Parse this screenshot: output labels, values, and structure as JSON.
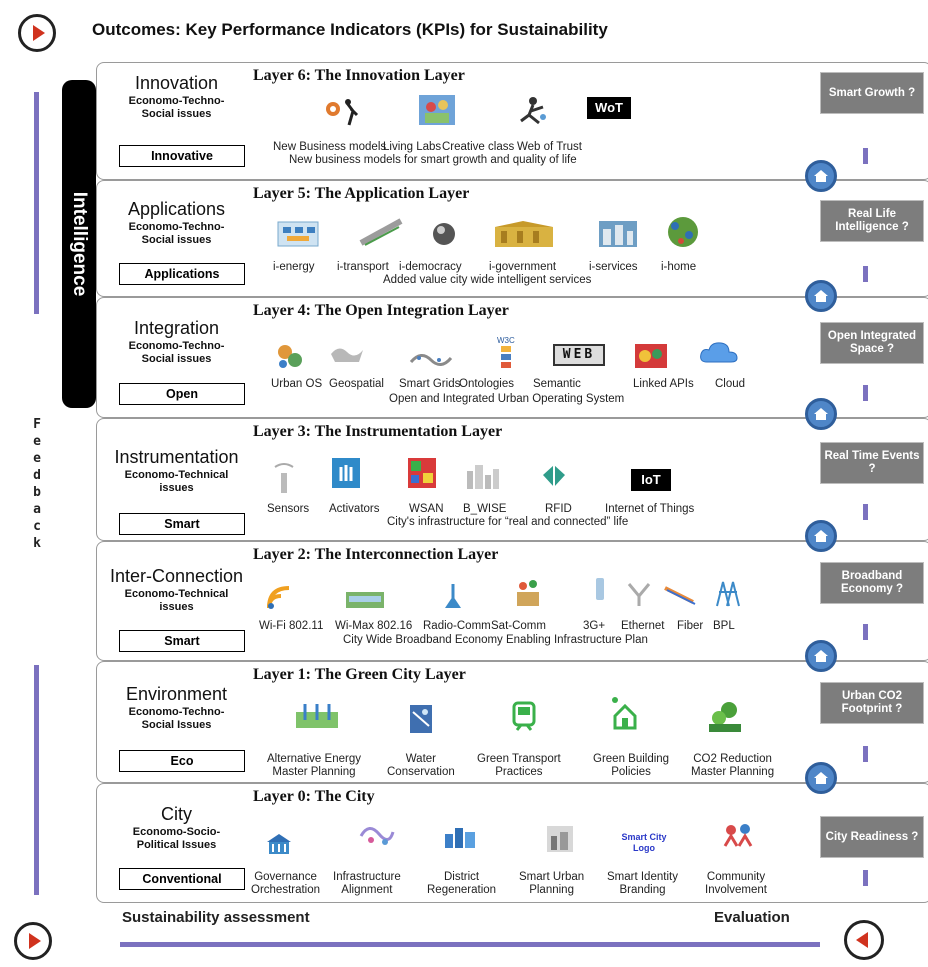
{
  "header": {
    "title": "Outcomes: Key Performance Indicators (KPIs) for Sustainability"
  },
  "side": {
    "intelligence": "Intelligence",
    "feedback": "Feedback"
  },
  "layers": [
    {
      "title": "Layer 6: The Innovation Layer",
      "name": "Innovation",
      "sub": "Economo-Techno-\nSocial issues",
      "box": "Innovative",
      "items": [
        "New Business models",
        "Living Labs",
        "Creative class",
        "Web of Trust"
      ],
      "desc": "New business models for smart growth and quality of life",
      "kpi": "Smart Growth ?"
    },
    {
      "title": "Layer 5: The Application Layer",
      "name": "Applications",
      "sub": "Economo-Techno-\nSocial issues",
      "box": "Applications",
      "items": [
        "i-energy",
        "i-transport",
        "i-democracy",
        "i-government",
        "i-services",
        "i-home"
      ],
      "desc": "Added value city wide intelligent services",
      "kpi": "Real Life Intelligence ?"
    },
    {
      "title": "Layer 4: The Open Integration Layer",
      "name": "Integration",
      "sub": "Economo-Techno-\nSocial issues",
      "box": "Open",
      "items": [
        "Urban OS",
        "Geospatial",
        "Smart Grids",
        "Ontologies",
        "Semantic",
        "Linked APIs",
        "Cloud"
      ],
      "desc": "Open and Integrated Urban Operating System",
      "kpi": "Open Integrated Space ?"
    },
    {
      "title": "Layer 3: The Instrumentation Layer",
      "name": "Instrumentation",
      "sub": "Economo-Technical\nissues",
      "box": "Smart",
      "items": [
        "Sensors",
        "Activators",
        "WSAN",
        "B_WISE",
        "RFID",
        "Internet of Things"
      ],
      "desc": "City's infrastructure for “real and connected” life",
      "kpi": "Real Time Events ?"
    },
    {
      "title": "Layer 2: The Interconnection  Layer",
      "name": "Inter-Connection",
      "sub": "Economo-Technical\nissues",
      "box": "Smart",
      "items": [
        "Wi-Fi 802.11",
        "Wi-Max 802.16",
        "Radio-Comm",
        "Sat-Comm",
        "3G+",
        "Ethernet",
        "Fiber",
        "BPL"
      ],
      "desc": "City Wide Broadband Economy Enabling Infrastructure Plan",
      "kpi": "Broadband Economy ?"
    },
    {
      "title": "Layer 1: The Green  City  Layer",
      "name": "Environment",
      "sub": "Economo-Techno-\nSocial Issues",
      "box": "Eco",
      "items": [
        "Alternative Energy\nMaster Planning",
        "Water\nConservation",
        "Green Transport\nPractices",
        "Green Building\nPolicies",
        "CO2 Reduction\nMaster Planning"
      ],
      "desc": "",
      "kpi": "Urban CO2 Footprint ?"
    },
    {
      "title": "Layer 0:  The City",
      "name": "City",
      "sub": "Economo-Socio-\nPolitical Issues",
      "box": "Conventional",
      "items": [
        "Governance\nOrchestration",
        "Infrastructure\nAlignment",
        "District\nRegeneration",
        "Smart Urban\nPlanning",
        "Smart Identity\nBranding",
        "Community\nInvolvement"
      ],
      "desc": "",
      "logo": "Smart City\nLogo",
      "kpi": "City Readiness ?"
    }
  ],
  "badges": {
    "wot": "WoT",
    "iot": "IoT",
    "web": "WEB"
  },
  "footer": {
    "left": "Sustainability assessment",
    "right": "Evaluation"
  },
  "colors": {
    "accent_line": "#7b71bf",
    "kpi_box": "#7d7d7d",
    "house_badge": "#4f86c8",
    "play_icon": "#d0321e"
  }
}
